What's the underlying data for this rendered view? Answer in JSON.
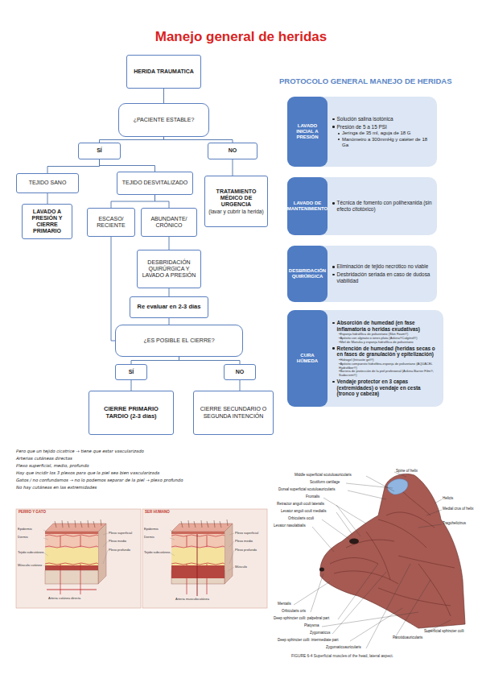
{
  "diagram": {
    "title": "Manejo general de heridas",
    "caption": "FIGURE 6-4 Superficial muscles of the head, lateral aspect.",
    "nodes": [
      {
        "text": [
          "HERIDA TRAUMATICA"
        ]
      },
      {
        "text": [
          "¿PACIENTE ESTABLE?"
        ]
      },
      {
        "text": [
          "SÍ"
        ]
      },
      {
        "text": [
          "NO"
        ]
      },
      {
        "text": [
          "TEJIDO SANO"
        ]
      },
      {
        "text": [
          "TEJIDO DESVITALIZADO"
        ]
      },
      {
        "text": [
          "TRATAMIENTO MÉDICO DE URGENCIA",
          "(lavar y cubrir la herida)"
        ]
      },
      {
        "text": [
          "LAVADO A PRESIÓN Y CIERRE PRIMARIO"
        ]
      },
      {
        "text": [
          "ESCASO/ RECIENTE"
        ]
      },
      {
        "text": [
          "ABUNDANTE/ CRÓNICO"
        ]
      },
      {
        "text": [
          "DESBRIDACIÓN QUIRÚRGICA Y LAVADO A PRESIÓN"
        ]
      },
      {
        "text": [
          "Re evaluar en 2-3 días"
        ]
      },
      {
        "text": [
          "¿ES POSIBLE EL CIERRE?"
        ]
      },
      {
        "text": [
          "SÍ"
        ]
      },
      {
        "text": [
          "NO"
        ]
      },
      {
        "text": [
          "CIERRE PRIMARIO TARDIO (2-3 días)"
        ]
      },
      {
        "text": [
          "CIERRE SECUNDARIO O SEGUNDA INTENCIÓN"
        ]
      },
      {
        "text": [
          "Solución salina isotónica",
          "Presión de 5 a 15 PSI",
          "Jeringa de 35 ml, aguja de 18 G",
          "Manómetro a 300mmHg y catéter de 18 Ga"
        ]
      },
      {
        "text": [
          "LAVADO INICIAL A PRESIÓN"
        ],
        "in": 17
      },
      {
        "text": [
          "Técnica de fomento con polihexanida (sin efecto citotóxico)"
        ]
      },
      {
        "text": [
          "LAVADO DE MANTENIMIENTO"
        ],
        "in": 19
      },
      {
        "text": [
          "Eliminación de tejido necrótico no viable",
          "Desbridación seriada en caso de dudosa viabilidad"
        ]
      },
      {
        "text": [
          "DESBRIDACIÓN QUIRÚRGICA"
        ],
        "in": 21
      },
      {
        "text": [
          "Absorción de humedad (en fase inflamatoria o heridas exudativas)",
          "•Esponja hidrofílica de poliuretano (Skin Foam®)",
          "•Apósito con alginato o iones plata (Askina®Calgitrol®)",
          "•Miel de Manuka y esponja hidrofílica de poliuretano",
          "Retención de humedad (heridas secas o en fases de granulación y epitelización)",
          "•Hidrogel (Intrasite gel®)",
          "•Apósito compuesto hidrofibra-esponja de poliuretano (AQUACEL Hydrofiber®)",
          "•Barrera de protección de la piel profesional (Askina Barrier Film®, Sudocrem®)",
          "Vendaje protector en 3 capas (extremidades) o vendaje en cesta (tronco y cabeza)"
        ]
      },
      {
        "text": [
          "CURA HÚMEDA"
        ],
        "in": 23
      }
    ],
    "edges": [
      {
        "from": 0,
        "to": 1,
        "arrow": "none"
      },
      {
        "from": 1,
        "to": 2,
        "arrow": "none"
      },
      {
        "from": 1,
        "to": 3,
        "arrow": "none"
      },
      {
        "from": 2,
        "to": 4,
        "arrow": "none"
      },
      {
        "from": 2,
        "to": 5,
        "arrow": "none"
      },
      {
        "from": 3,
        "to": 6,
        "arrow": "none"
      },
      {
        "from": 4,
        "to": 7,
        "arrow": "none"
      },
      {
        "from": 5,
        "to": 8,
        "arrow": "none"
      },
      {
        "from": 5,
        "to": 9,
        "arrow": "none"
      },
      {
        "from": 8,
        "to": 12,
        "arrow": "none"
      },
      {
        "from": 9,
        "to": 10,
        "arrow": "none"
      },
      {
        "from": 10,
        "to": 11,
        "arrow": "none"
      },
      {
        "from": 11,
        "to": 12,
        "arrow": "none"
      },
      {
        "from": 12,
        "to": 13,
        "arrow": "none"
      },
      {
        "from": 12,
        "to": 14,
        "arrow": "none"
      },
      {
        "from": 13,
        "to": 15,
        "arrow": "none"
      },
      {
        "from": 14,
        "to": 16,
        "arrow": "none"
      }
    ],
    "labels": [
      "PROTOCOLO GENERAL MANEJO DE HERIDAS",
      "Pero que un tejido cicatrice → tiene que estar vascularizado",
      "Arterias cutáneas directas",
      "Plexo superficial, medio, profundo",
      "Hay que incidir los 3 plexos para que la piel sea bien vascularizada",
      "Gatos / no confundamos → no lo podemos separar de la piel → plexo profundo",
      "No hay cutáneas en las extremidades",
      "PERRO Y GATO",
      "SER HUMANO",
      "Epidermis",
      "Dermis",
      "Tejido subcutáneo",
      "Músculo cutáneo",
      "Plexo superficial",
      "Plexo medio",
      "Plexo profundo",
      "Arteria cutánea directa",
      "Epidermis",
      "Dermis",
      "Tejido subcutáneo",
      "Plexo superficial",
      "Plexo medio",
      "Plexo profundo",
      "Músculo",
      "Arteria musculocutánea",
      "Spine of helix",
      "Middle superficial scutuloauricularis",
      "Scutiform cartilage",
      "Dorsal superficial scutuloauricularis",
      "Frontalis",
      "Retractor anguli oculi lateralis",
      "Levator anguli oculi medialis",
      "Orbicularis oculi",
      "Levator nasolabialis",
      "Helicis",
      "Medial crus of helix",
      "Tragohelicinus",
      "Mentalis",
      "Orbicularis oris",
      "Deep sphincter colli: palpebral part",
      "Platysma",
      "Zygomaticus",
      "Deep sphincter colli: intermediate part",
      "Zygomaticoauricularis",
      "Parotidoauricularis",
      "Superficial sphincter colli"
    ]
  }
}
